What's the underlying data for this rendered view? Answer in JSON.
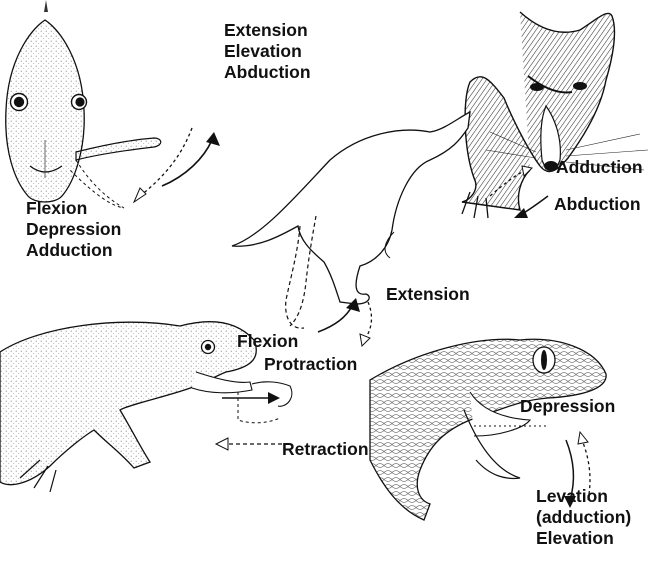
{
  "labels": {
    "fish_up": [
      "Extension",
      "Elevation",
      "Abduction"
    ],
    "fish_down": [
      "Flexion",
      "Depression",
      "Adduction"
    ],
    "opossum": [
      "Adduction",
      "Abduction"
    ],
    "dino": [
      "Extension",
      "Flexion",
      "Protraction"
    ],
    "lizard": [
      "Retraction"
    ],
    "snake_open": [
      "Depression"
    ],
    "snake_close": [
      "Levation",
      "(adduction)",
      "Elevation"
    ]
  },
  "colors": {
    "ink": "#111111",
    "paper": "#ffffff",
    "stipple": "#8a8a8a"
  }
}
